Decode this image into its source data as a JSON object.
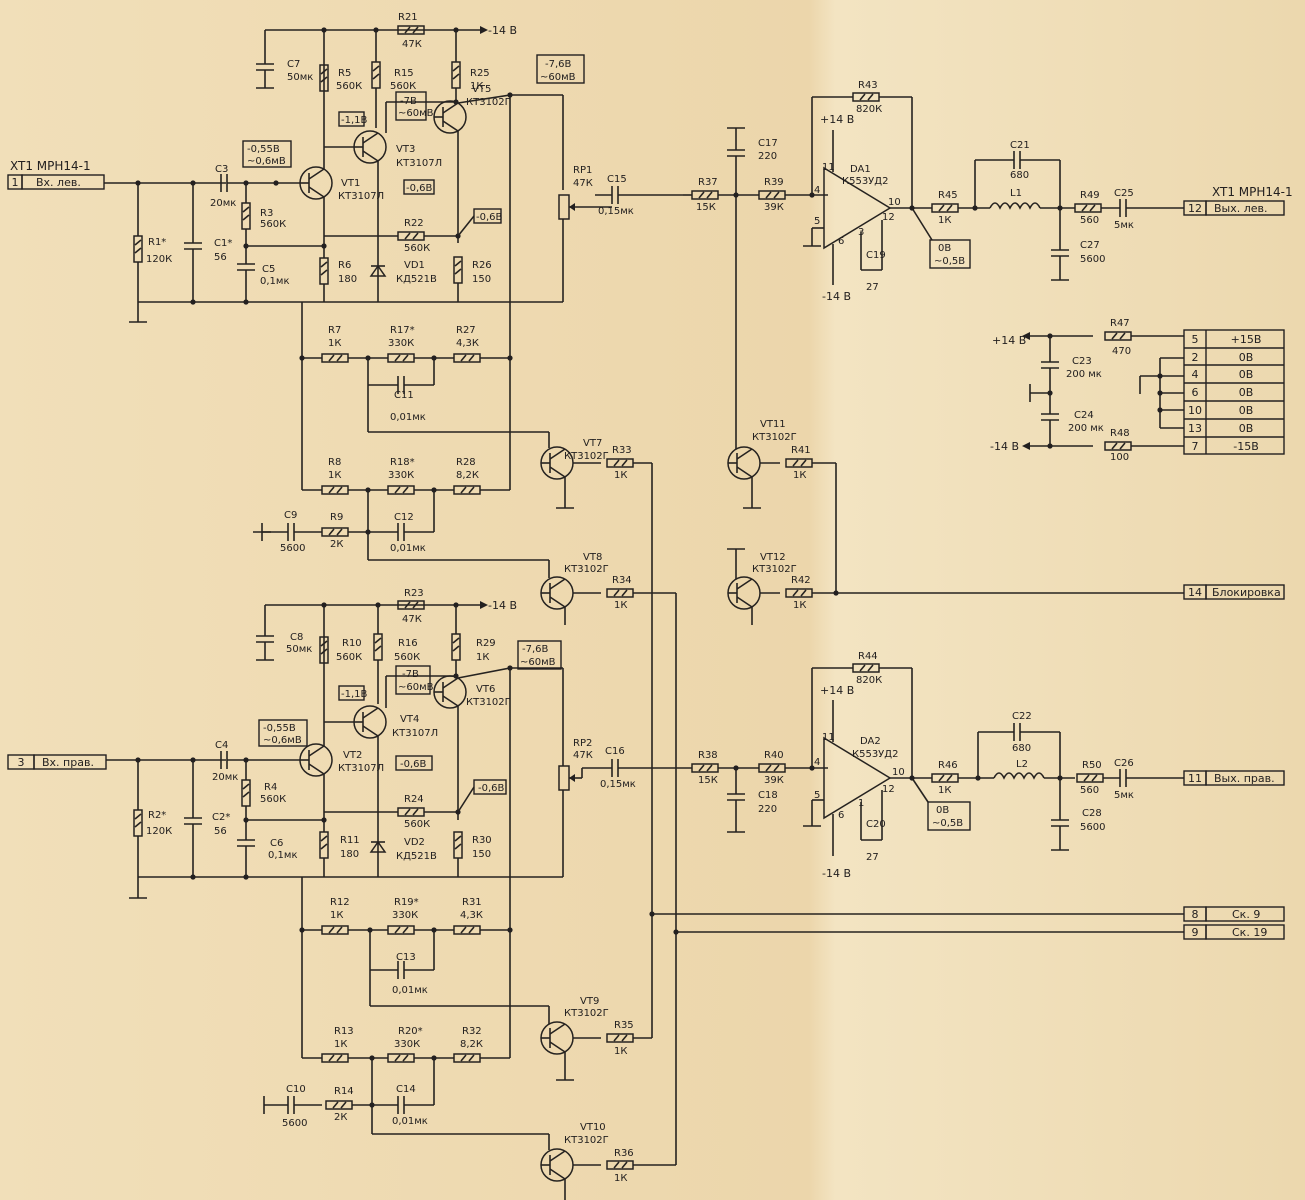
{
  "connector_title": "XT1 МРН14-1",
  "inputs": [
    {
      "pin": "1",
      "label": "Вх. лев."
    },
    {
      "pin": "3",
      "label": "Вх. прав."
    }
  ],
  "outputs": [
    {
      "pin": "12",
      "label": "Вых. лев."
    },
    {
      "pin": "11",
      "label": "Вых. прав."
    },
    {
      "pin": "14",
      "label": "Блокировка"
    },
    {
      "pin": "8",
      "label": "Ск. 9"
    },
    {
      "pin": "9",
      "label": "Ск. 19"
    }
  ],
  "supply_table": [
    {
      "pin": "5",
      "value": "+15В"
    },
    {
      "pin": "2",
      "value": "0В"
    },
    {
      "pin": "4",
      "value": "0В"
    },
    {
      "pin": "6",
      "value": "0В"
    },
    {
      "pin": "10",
      "value": "0В"
    },
    {
      "pin": "13",
      "value": "0В"
    },
    {
      "pin": "7",
      "value": "-15В"
    }
  ],
  "rails": {
    "pos": "+14 В",
    "neg": "-14 В",
    "neg_top": "-14 В"
  },
  "voltage_tags": {
    "v055": "-0,55В",
    "v06mv": "~0,6мВ",
    "v11": "-1,1В",
    "v7": "-7В",
    "v60mv": "~60мВ",
    "v76": "-7,6В",
    "v76mv": "~60мВ",
    "v06": "-0,6В",
    "v0b": "0В",
    "v05": "~0,5В"
  },
  "left": {
    "R21": "R21",
    "R21v": "47К",
    "C7": "C7",
    "C7v": "50мк",
    "R5": "R5",
    "R5v": "560К",
    "R15": "R15",
    "R15v": "560К",
    "R25": "R25",
    "R25v": "1К",
    "VT5": "VT5",
    "VT5t": "КТ3102Г",
    "VT3": "VT3",
    "VT3t": "КТ3107Л",
    "VT1": "VT1",
    "VT1t": "КТ3107Л",
    "C3": "C3",
    "C3v": "20мк",
    "R3": "R3",
    "R3v": "560К",
    "R22": "R22",
    "R22v": "560К",
    "R1": "R1*",
    "R1v": "120К",
    "C1": "C1*",
    "C1v": "56",
    "C5": "C5",
    "C5v": "0,1мк",
    "R6": "R6",
    "R6v": "180",
    "VD1": "VD1",
    "VD1t": "КД521В",
    "R26": "R26",
    "R26v": "150",
    "RP1": "RP1",
    "RP1v": "47К",
    "C15": "C15",
    "C15v": "0,15мк",
    "R37": "R37",
    "R37v": "15К",
    "C17": "C17",
    "C17v": "220",
    "R39": "R39",
    "R39v": "39К",
    "R43": "R43",
    "R43v": "820К",
    "DA1": "DA1",
    "DA1t": "К553УД2",
    "C19": "C19",
    "C19v": "27",
    "R45": "R45",
    "R45v": "1К",
    "C21": "C21",
    "C21v": "680",
    "L1": "L1",
    "R49": "R49",
    "R49v": "560",
    "C25": "C25",
    "C25v": "5мк",
    "C27": "C27",
    "C27v": "5600"
  },
  "right": {
    "R23": "R23",
    "R23v": "47К",
    "C8": "C8",
    "C8v": "50мк",
    "R10": "R10",
    "R10v": "560К",
    "R16": "R16",
    "R16v": "560К",
    "R29": "R29",
    "R29v": "1К",
    "VT6": "VT6",
    "VT6t": "КТ3102Г",
    "VT4": "VT4",
    "VT4t": "КТ3107Л",
    "VT2": "VT2",
    "VT2t": "КТ3107Л",
    "C4": "C4",
    "C4v": "20мк",
    "R4": "R4",
    "R4v": "560К",
    "R24": "R24",
    "R24v": "560К",
    "R2": "R2*",
    "R2v": "120К",
    "C2": "C2*",
    "C2v": "56",
    "C6": "C6",
    "C6v": "0,1мк",
    "R11": "R11",
    "R11v": "180",
    "VD2": "VD2",
    "VD2t": "КД521В",
    "R30": "R30",
    "R30v": "150",
    "RP2": "RP2",
    "RP2v": "47К",
    "C16": "C16",
    "C16v": "0,15мк",
    "R38": "R38",
    "R38v": "15К",
    "C18": "C18",
    "C18v": "220",
    "R40": "R40",
    "R40v": "39К",
    "R44": "R44",
    "R44v": "820К",
    "DA2": "DA2",
    "DA2t": "К553УД2",
    "C20": "C20",
    "C20v": "27",
    "R46": "R46",
    "R46v": "1К",
    "C22": "C22",
    "C22v": "680",
    "L2": "L2",
    "R50": "R50",
    "R50v": "560",
    "C26": "C26",
    "C26v": "5мк",
    "C28": "C28",
    "C28v": "5600"
  },
  "mute": {
    "R7": "R7",
    "R7v": "1К",
    "R17": "R17*",
    "R17v": "330К",
    "R27": "R27",
    "R27v": "4,3К",
    "C11": "C11",
    "C11v": "0,01мк",
    "R8": "R8",
    "R8v": "1К",
    "R18": "R18*",
    "R18v": "330К",
    "R28": "R28",
    "R28v": "8,2К",
    "C9": "C9",
    "C9v": "5600",
    "R9": "R9",
    "R9v": "2К",
    "C12": "C12",
    "C12v": "0,01мк",
    "VT7": "VT7",
    "VT7t": "КТ3102Г",
    "R33": "R33",
    "R33v": "1К",
    "VT8": "VT8",
    "VT8t": "КТ3102Г",
    "R34": "R34",
    "R34v": "1К",
    "VT11": "VT11",
    "VT11t": "КТ3102Г",
    "R41": "R41",
    "R41v": "1К",
    "VT12": "VT12",
    "VT12t": "КТ3102Г",
    "R42": "R42",
    "R42v": "1К",
    "R12": "R12",
    "R12v": "1К",
    "R19": "R19*",
    "R19v": "330К",
    "R31": "R31",
    "R31v": "4,3К",
    "C13": "C13",
    "C13v": "0,01мк",
    "R13": "R13",
    "R13v": "1К",
    "R20": "R20*",
    "R20v": "330К",
    "R32": "R32",
    "R32v": "8,2К",
    "C10": "C10",
    "C10v": "5600",
    "R14": "R14",
    "R14v": "2К",
    "C14": "C14",
    "C14v": "0,01мк",
    "VT9": "VT9",
    "VT9t": "КТ3102Г",
    "R35": "R35",
    "R35v": "1К",
    "VT10": "VT10",
    "VT10t": "КТ3102Г",
    "R36": "R36",
    "R36v": "1К"
  },
  "power": {
    "R47": "R47",
    "R47v": "470",
    "R48": "R48",
    "R48v": "100",
    "C23": "C23",
    "C23v": "200 мк",
    "C24": "C24",
    "C24v": "200 мк"
  },
  "opamp_pins": {
    "p11": "11",
    "p4": "4",
    "p5": "5",
    "p6": "6",
    "p3": "3",
    "p10": "10",
    "p12": "12",
    "p1": "1"
  }
}
